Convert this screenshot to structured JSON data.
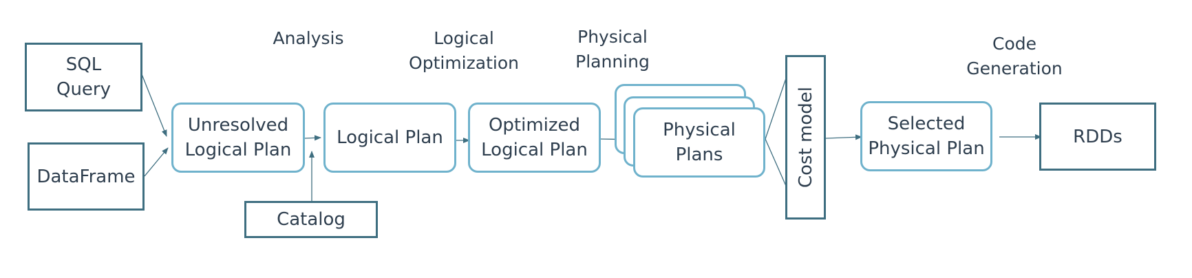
{
  "diagram": {
    "stage_labels": {
      "analysis": "Analysis",
      "logical_optimization": "Logical\nOptimization",
      "physical_planning": "Physical\nPlanning",
      "code_generation": "Code\nGeneration"
    },
    "nodes": {
      "sql_query": "SQL\nQuery",
      "dataframe": "DataFrame",
      "unresolved_logical_plan": "Unresolved\nLogical Plan",
      "catalog": "Catalog",
      "logical_plan": "Logical Plan",
      "optimized_logical_plan": "Optimized\nLogical Plan",
      "physical_plans": "Physical\nPlans",
      "cost_model": "Cost model",
      "selected_physical_plan": "Selected\nPhysical Plan",
      "rdds": "RDDs"
    },
    "colors": {
      "dark_border": "#3e6e80",
      "light_border": "#6fb2cc",
      "arrow": "#3e6e80",
      "text": "#2e3e4e"
    }
  }
}
